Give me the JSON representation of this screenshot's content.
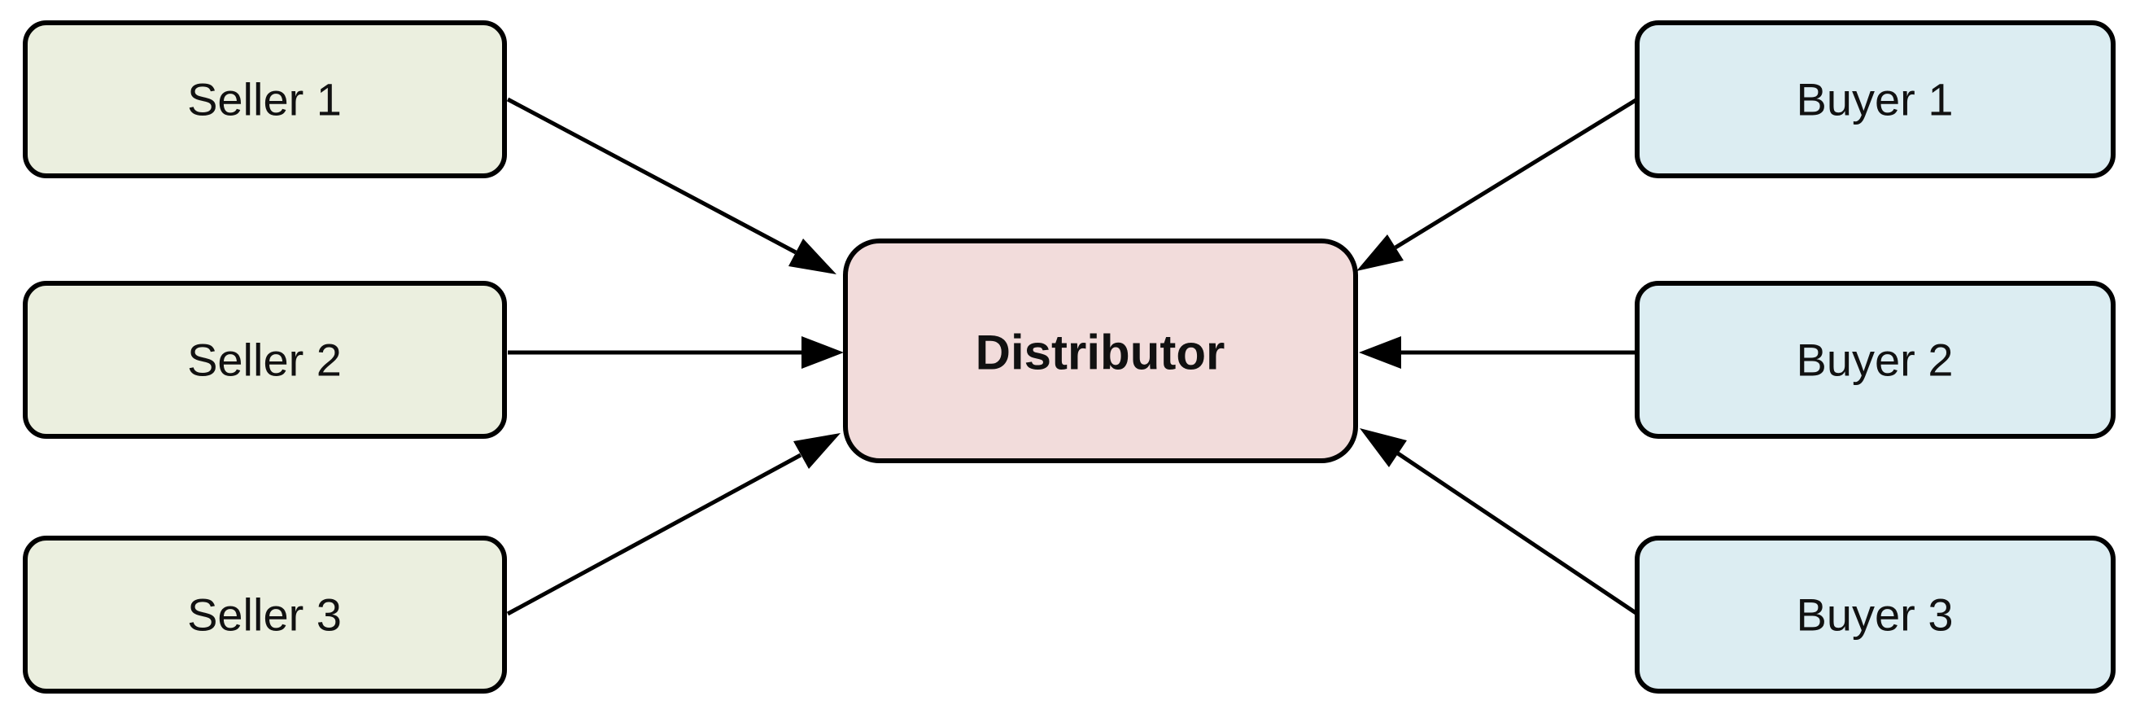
{
  "diagram": {
    "center": {
      "label": "Distributor"
    },
    "sellers": [
      {
        "label": "Seller 1"
      },
      {
        "label": "Seller 2"
      },
      {
        "label": "Seller 3"
      }
    ],
    "buyers": [
      {
        "label": "Buyer 1"
      },
      {
        "label": "Buyer 2"
      },
      {
        "label": "Buyer 3"
      }
    ],
    "edges": [
      {
        "from": "Seller 1",
        "to": "Distributor"
      },
      {
        "from": "Seller 2",
        "to": "Distributor"
      },
      {
        "from": "Seller 3",
        "to": "Distributor"
      },
      {
        "from": "Buyer 1",
        "to": "Distributor"
      },
      {
        "from": "Buyer 2",
        "to": "Distributor"
      },
      {
        "from": "Buyer 3",
        "to": "Distributor"
      }
    ],
    "colors": {
      "seller_fill": "#ebefdf",
      "buyer_fill": "#dcedf2",
      "center_fill": "#f2dcdb",
      "stroke": "#000000"
    }
  }
}
